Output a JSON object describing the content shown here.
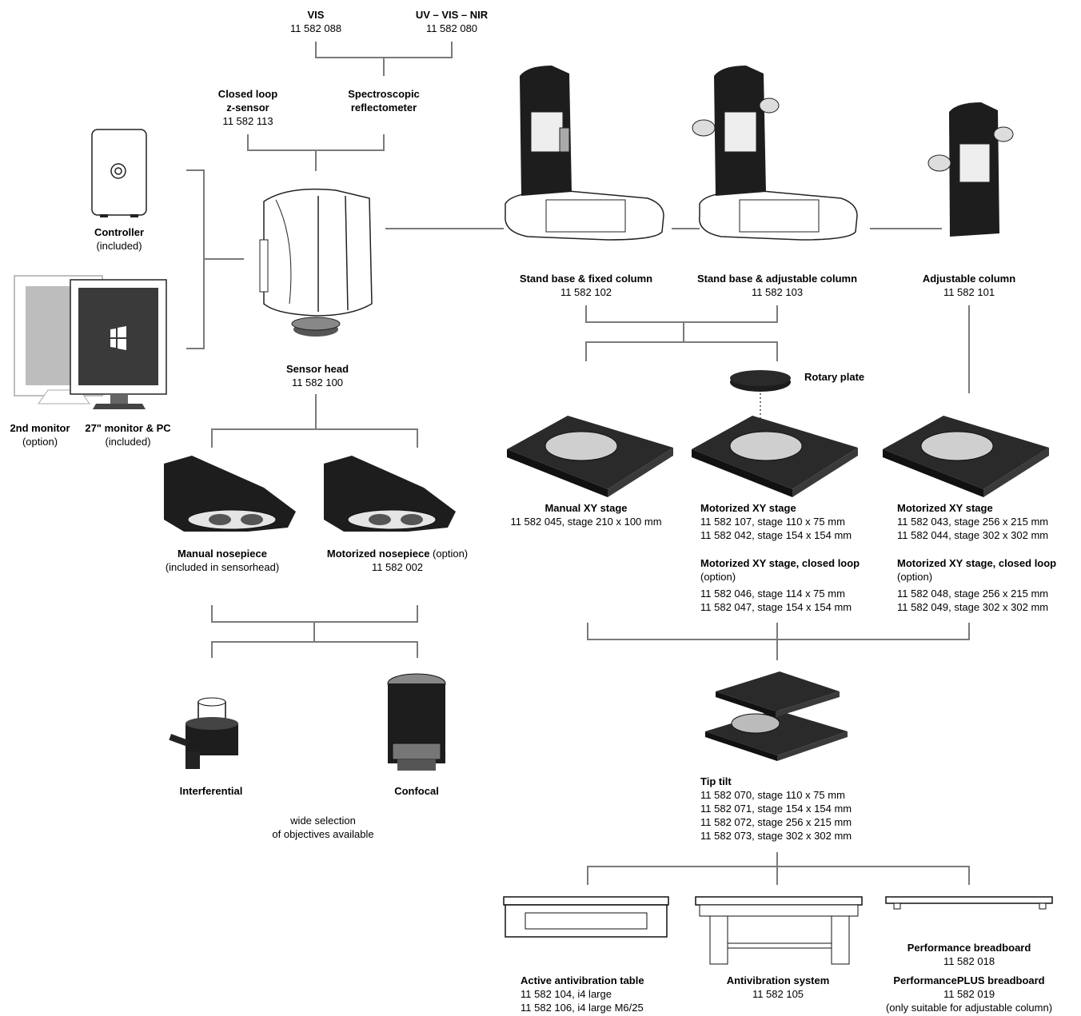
{
  "vis": {
    "name": "VIS",
    "code": "11 582 088"
  },
  "uvvisnir": {
    "name": "UV – VIS – NIR",
    "code": "11 582 080"
  },
  "closed_loop": {
    "name1": "Closed loop",
    "name2": "z-sensor",
    "code": "11 582 113"
  },
  "spectro": {
    "name1": "Spectroscopic",
    "name2": "reflectometer"
  },
  "controller": {
    "name": "Controller",
    "note": "(included)"
  },
  "sensor_head": {
    "name": "Sensor head",
    "code": "11 582 100"
  },
  "monitor2": {
    "name": "2nd monitor",
    "note": "(option)"
  },
  "monitor27": {
    "name": "27\" monitor & PC",
    "note": "(included)"
  },
  "stand_fixed": {
    "name": "Stand base & fixed column",
    "code": "11 582 102"
  },
  "stand_adj": {
    "name": "Stand base & adjustable column",
    "code": "11 582 103"
  },
  "adj_column": {
    "name": "Adjustable column",
    "code": "11 582 101"
  },
  "rotary_plate": {
    "name": "Rotary plate"
  },
  "manual_xy": {
    "name": "Manual XY stage",
    "line1": "11 582 045, stage 210 x 100 mm"
  },
  "motor_xy_a": {
    "name": "Motorized XY stage",
    "line1": "11 582 107, stage 110 x 75 mm",
    "line2": "11 582 042, stage 154 x 154 mm",
    "cl_name": "Motorized XY stage, closed loop",
    "cl_note": "(option)",
    "cl_line1": "11 582 046, stage 114 x 75 mm",
    "cl_line2": "11 582 047, stage 154 x 154 mm"
  },
  "motor_xy_b": {
    "name": "Motorized XY stage",
    "line1": "11 582 043, stage 256 x 215 mm",
    "line2": "11 582 044, stage 302 x 302 mm",
    "cl_name": "Motorized XY stage, closed loop",
    "cl_note": "(option)",
    "cl_line1": "11 582 048, stage 256 x 215 mm",
    "cl_line2": "11 582 049, stage 302 x 302 mm"
  },
  "manual_nose": {
    "name": "Manual nosepiece",
    "note": "(included in sensorhead)"
  },
  "motor_nose": {
    "name": "Motorized nosepiece",
    "option": " (option)",
    "code": "11 582 002"
  },
  "interferential": {
    "name": "Interferential"
  },
  "confocal": {
    "name": "Confocal"
  },
  "objectives_note": {
    "line1": "wide selection",
    "line2": "of objectives available"
  },
  "tip_tilt": {
    "name": "Tip tilt",
    "lines": [
      "11 582 070, stage 110 x 75 mm",
      "11 582 071, stage 154 x 154 mm",
      "11 582 072, stage 256 x 215 mm",
      "11 582 073, stage 302 x 302 mm"
    ]
  },
  "active_table": {
    "name": "Active antivibration table",
    "line1": "11 582 104, i4 large",
    "line2": "11 582 106, i4 large M6/25"
  },
  "antivib": {
    "name": "Antivibration system",
    "code": "11 582 105"
  },
  "perf_bb": {
    "name": "Performance breadboard",
    "code": "11 582 018"
  },
  "perfplus_bb": {
    "name": "PerformancePLUS breadboard",
    "code": "11 582 019",
    "note": "(only suitable for adjustable column)"
  }
}
